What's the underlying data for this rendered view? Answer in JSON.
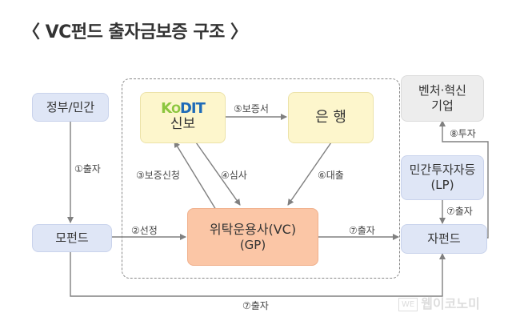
{
  "title": "〈 VC펀드 출자금보증 구조 〉",
  "nodes": {
    "government": "정부/민간",
    "mother_fund": "모펀드",
    "kodit_logo": {
      "k": "K",
      "o": "O",
      "dit": "DIT"
    },
    "kodit": "신보",
    "bank": "은 행",
    "vc": "위탁운용사(VC)",
    "vc_sub": "(GP)",
    "venture_line1": "벤처·혁신",
    "venture_line2": "기업",
    "lp_line1": "민간투자자등",
    "lp_line2": "(LP)",
    "child_fund": "자펀드"
  },
  "edges": {
    "e1": "①출자",
    "e2": "②선정",
    "e3": "③보증신청",
    "e4": "④심사",
    "e5": "⑤보증서",
    "e6": "⑥대출",
    "e7_vc": "⑦출자",
    "e7_lp": "⑦출자",
    "e7_bottom": "⑦출자",
    "e8": "⑧투자"
  },
  "colors": {
    "blue_box": "#dfe6f6",
    "yellow_box": "#fdf6cc",
    "gray_box": "#ededed",
    "orange_box": "#fbc6a6",
    "arrow": "#808080"
  },
  "watermark": {
    "badge": "WE",
    "text": "웹이코노미"
  }
}
